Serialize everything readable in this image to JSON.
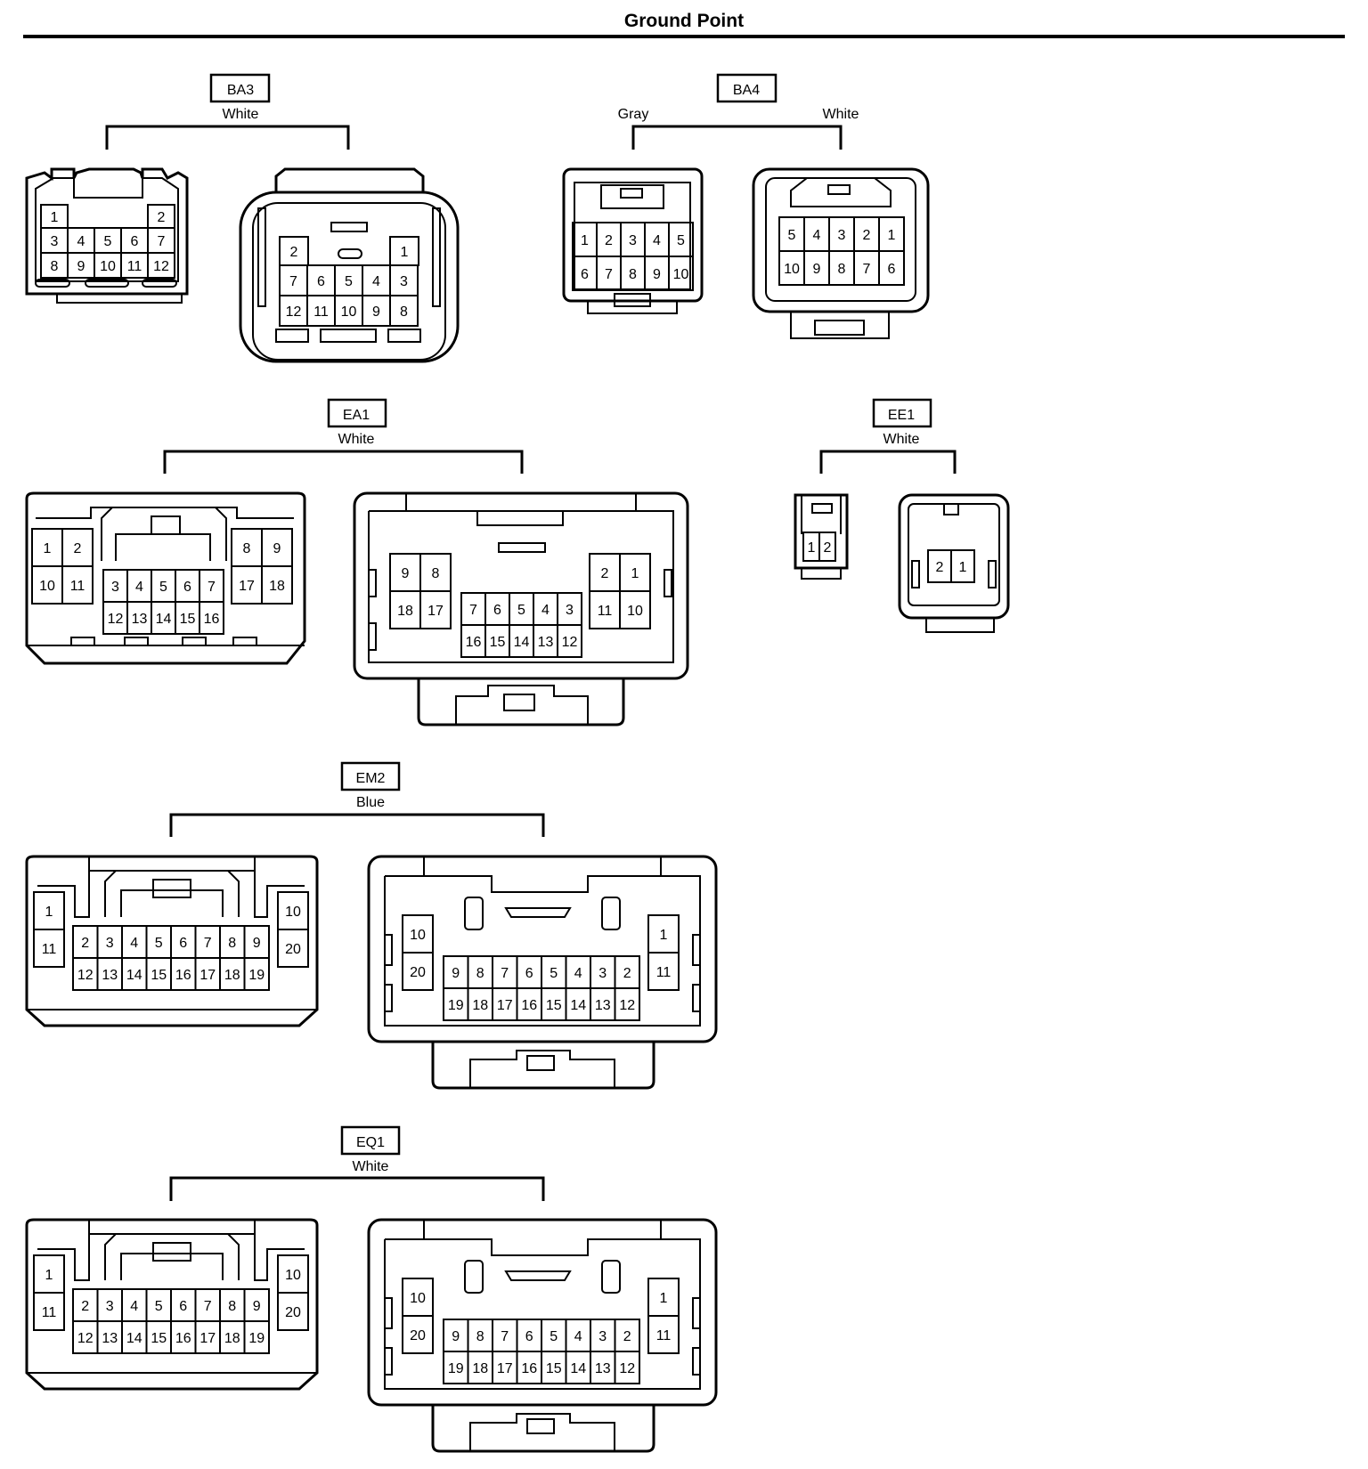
{
  "page_title": "Ground Point",
  "connectors": [
    {
      "id": "BA3",
      "sides": [
        "White"
      ],
      "views": [
        {
          "pins": [
            "1",
            "2",
            "3",
            "4",
            "5",
            "6",
            "7",
            "8",
            "9",
            "10",
            "11",
            "12"
          ]
        },
        {
          "pins": [
            "2",
            "1",
            "7",
            "6",
            "5",
            "4",
            "3",
            "12",
            "11",
            "10",
            "9",
            "8"
          ]
        }
      ]
    },
    {
      "id": "BA4",
      "sides": [
        "Gray",
        "White"
      ],
      "views": [
        {
          "pins": [
            "1",
            "2",
            "3",
            "4",
            "5",
            "6",
            "7",
            "8",
            "9",
            "10"
          ]
        },
        {
          "pins": [
            "5",
            "4",
            "3",
            "2",
            "1",
            "10",
            "9",
            "8",
            "7",
            "6"
          ]
        }
      ]
    },
    {
      "id": "EA1",
      "sides": [
        "White"
      ],
      "views": [
        {
          "pins": [
            "1",
            "2",
            "10",
            "11",
            "3",
            "4",
            "5",
            "6",
            "7",
            "12",
            "13",
            "14",
            "15",
            "16",
            "8",
            "9",
            "17",
            "18"
          ]
        },
        {
          "pins": [
            "9",
            "8",
            "18",
            "17",
            "7",
            "6",
            "5",
            "4",
            "3",
            "16",
            "15",
            "14",
            "13",
            "12",
            "2",
            "1",
            "11",
            "10"
          ]
        }
      ]
    },
    {
      "id": "EE1",
      "sides": [
        "White"
      ],
      "views": [
        {
          "pins": [
            "1",
            "2"
          ]
        },
        {
          "pins": [
            "2",
            "1"
          ]
        }
      ]
    },
    {
      "id": "EM2",
      "sides": [
        "Blue"
      ],
      "views": [
        {
          "pins": [
            "1",
            "11",
            "2",
            "3",
            "4",
            "5",
            "6",
            "7",
            "8",
            "9",
            "12",
            "13",
            "14",
            "15",
            "16",
            "17",
            "18",
            "19",
            "10",
            "20"
          ]
        },
        {
          "pins": [
            "10",
            "20",
            "9",
            "8",
            "7",
            "6",
            "5",
            "4",
            "3",
            "2",
            "19",
            "18",
            "17",
            "16",
            "15",
            "14",
            "13",
            "12",
            "1",
            "11"
          ]
        }
      ]
    },
    {
      "id": "EQ1",
      "sides": [
        "White"
      ],
      "views": [
        {
          "pins": [
            "1",
            "11",
            "2",
            "3",
            "4",
            "5",
            "6",
            "7",
            "8",
            "9",
            "12",
            "13",
            "14",
            "15",
            "16",
            "17",
            "18",
            "19",
            "10",
            "20"
          ]
        },
        {
          "pins": [
            "10",
            "20",
            "9",
            "8",
            "7",
            "6",
            "5",
            "4",
            "3",
            "2",
            "19",
            "18",
            "17",
            "16",
            "15",
            "14",
            "13",
            "12",
            "1",
            "11"
          ]
        }
      ]
    }
  ]
}
